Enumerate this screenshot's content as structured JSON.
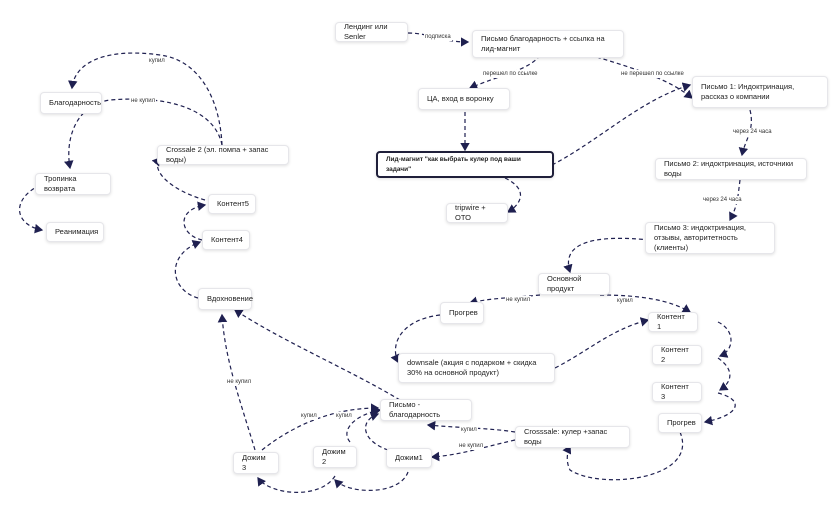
{
  "nodes": {
    "landing": "Лендинг или Senler",
    "thanks_letter": "Письмо благодарность + ссылка на лид-магнит",
    "ca_funnel": "ЦА, вход в воронку",
    "lead_magnet": "Лид-магнит \"как выбрать кулер под ваши задачи\"",
    "tripwire": "tripwire + ОТО",
    "letter1": "Письмо 1: Индоктринация, рассказ о компании",
    "letter2": "Письмо 2: индоктринация, источники воды",
    "letter3": "Письмо 3: индоктринация, отзывы, авторитетность (клиенты)",
    "main_product": "Основной продукт",
    "warmup1": "Прогрев",
    "downsale": "downsale (акция с подарком + скидка 30% на основной продукт)",
    "content1": "Контент 1",
    "content2": "Контент 2",
    "content3": "Контент 3",
    "warmup2": "Прогрев",
    "crosssale": "Crosssale: кулер +запас воды",
    "thanks_bottom": "Письмо - благодарность",
    "push1": "Дожим1",
    "push2": "Дожим 2",
    "push3": "Дожим 3",
    "inspiration": "Вдохновение",
    "content4": "Контент4",
    "content5": "Контент5",
    "crossale2": "Crossale 2 (эл. помпа + запас воды)",
    "gratitude": "Благодарность",
    "return_path": "Тропинка возврата",
    "reanimation": "Реанимация"
  },
  "edge_labels": {
    "subscribe": "подписка",
    "followed_link": "перешел по ссылке",
    "not_followed_link": "не перешел по ссылке",
    "after24_a": "через 24 часа",
    "after24_b": "через 24 часа",
    "not_bought_main": "не купил",
    "bought_main": "купил",
    "bought_cross": "купил",
    "not_bought_cross": "не купил",
    "bought_push3": "купил",
    "bought_push2": "купил",
    "not_bought_push3": "не купил",
    "bought_crossale2": "купил",
    "not_bought_crossale2": "не купил"
  }
}
